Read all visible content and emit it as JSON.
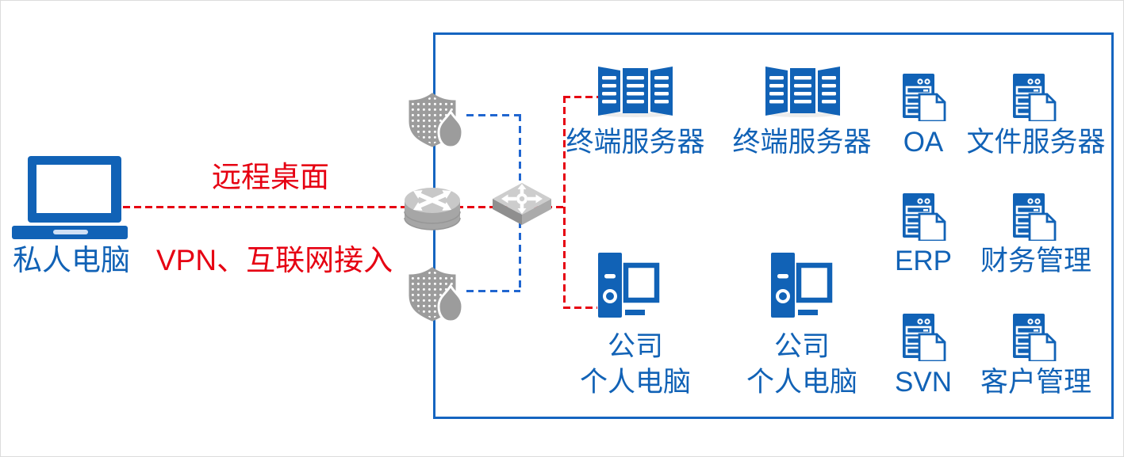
{
  "colors": {
    "blue": "#1162b6",
    "red": "#e60012",
    "gray": "#9c9c9c",
    "dash_blue": "#2066d0",
    "zone_border_blue": "#1565c0"
  },
  "external": {
    "laptop_label": "私人电脑",
    "link_top_label": "远程桌面",
    "link_bottom_label": "VPN、互联网接入"
  },
  "security_zone": {
    "terminal_servers": [
      {
        "label": "终端服务器"
      },
      {
        "label": "终端服务器"
      }
    ],
    "app_servers": [
      {
        "label": "OA"
      },
      {
        "label": "文件服务器"
      },
      {
        "label": "ERP"
      },
      {
        "label": "财务管理"
      },
      {
        "label": "SVN"
      },
      {
        "label": "客户管理"
      }
    ],
    "company_pcs": [
      {
        "line1": "公司",
        "line2": "个人电脑"
      },
      {
        "line1": "公司",
        "line2": "个人电脑"
      }
    ]
  },
  "icons": {
    "laptop": "laptop-icon",
    "firewall": "firewall-shield-flame-icon",
    "router": "router-icon",
    "switch": "switch-icon",
    "terminal_server": "server-rack-icon",
    "app_server": "file-server-icon",
    "company_pc": "desktop-pc-icon"
  }
}
